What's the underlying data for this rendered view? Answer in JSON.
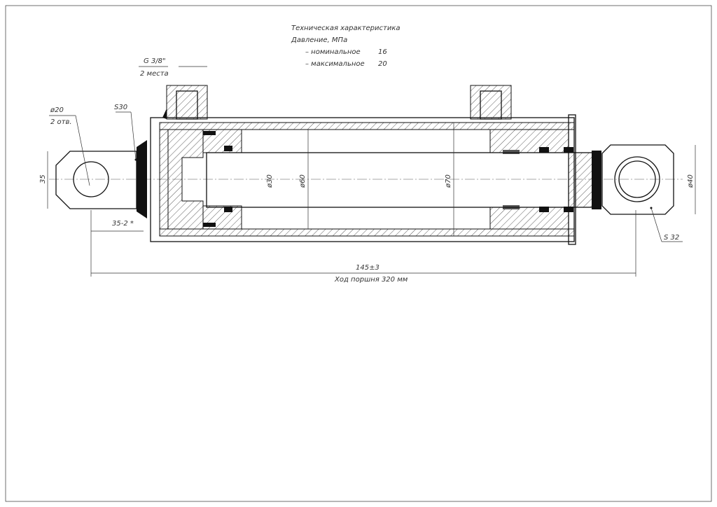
{
  "spec": {
    "title": "Техническая характеристика",
    "pressure": "Давление, МПа",
    "nominal_label": "– номинальное",
    "nominal_value": "16",
    "max_label": "– максимальное",
    "max_value": "20"
  },
  "dims": {
    "port_thread": "G 3/8\"",
    "port_count": "2 места",
    "hole_dia": "ø20",
    "hole_count": "2 отв.",
    "clevis_wrench": "S30",
    "clevis_width": "35",
    "clevis_length": "35-2 *",
    "rod_dia": "ø30",
    "piston_dia": "ø60",
    "tube_dia": "ø70",
    "eye_dia": "ø40",
    "eye_wrench": "S 32",
    "overall_length": "145±3",
    "stroke": "Ход поршня 320 мм"
  }
}
